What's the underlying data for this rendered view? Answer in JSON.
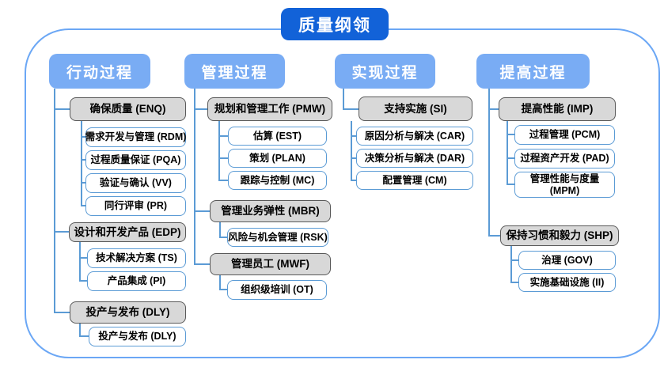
{
  "title": "质量纲领",
  "colors": {
    "title_bg": "#1262d8",
    "header_bg": "#79acf4",
    "gray_node_fill": "#d8d8d8",
    "gray_node_border": "#595959",
    "white_node_border": "#5b9bd5",
    "connector_line": "#5b9bd5",
    "frame_border": "#6ba7f5"
  },
  "columns": [
    {
      "label": "行动过程",
      "groups": [
        {
          "label": "确保质量 (ENQ)",
          "children": [
            "需求开发与管理 (RDM)",
            "过程质量保证 (PQA)",
            "验证与确认 (VV)",
            "同行评审 (PR)"
          ]
        },
        {
          "label": "设计和开发产品 (EDP)",
          "children": [
            "技术解决方案 (TS)",
            "产品集成 (PI)"
          ]
        },
        {
          "label": "投产与发布 (DLY)",
          "children": [
            "投产与发布 (DLY)"
          ]
        }
      ]
    },
    {
      "label": "管理过程",
      "groups": [
        {
          "label": "规划和管理工作 (PMW)",
          "children": [
            "估算 (EST)",
            "策划 (PLAN)",
            "跟踪与控制 (MC)"
          ]
        },
        {
          "label": "管理业务弹性 (MBR)",
          "children": [
            "风险与机会管理 (RSK)"
          ]
        },
        {
          "label": "管理员工 (MWF)",
          "children": [
            "组织级培训 (OT)"
          ]
        }
      ]
    },
    {
      "label": "实现过程",
      "groups": [
        {
          "label": "支持实施 (SI)",
          "children": [
            "原因分析与解决 (CAR)",
            "决策分析与解决 (DAR)",
            "配置管理 (CM)"
          ]
        }
      ]
    },
    {
      "label": "提高过程",
      "groups": [
        {
          "label": "提高性能 (IMP)",
          "children": [
            "过程管理 (PCM)",
            "过程资产开发 (PAD)",
            "管理性能与度量 (MPM)"
          ]
        },
        {
          "label": "保持习惯和毅力 (SHP)",
          "children": [
            "治理 (GOV)",
            "实施基础设施 (II)"
          ]
        }
      ]
    }
  ]
}
